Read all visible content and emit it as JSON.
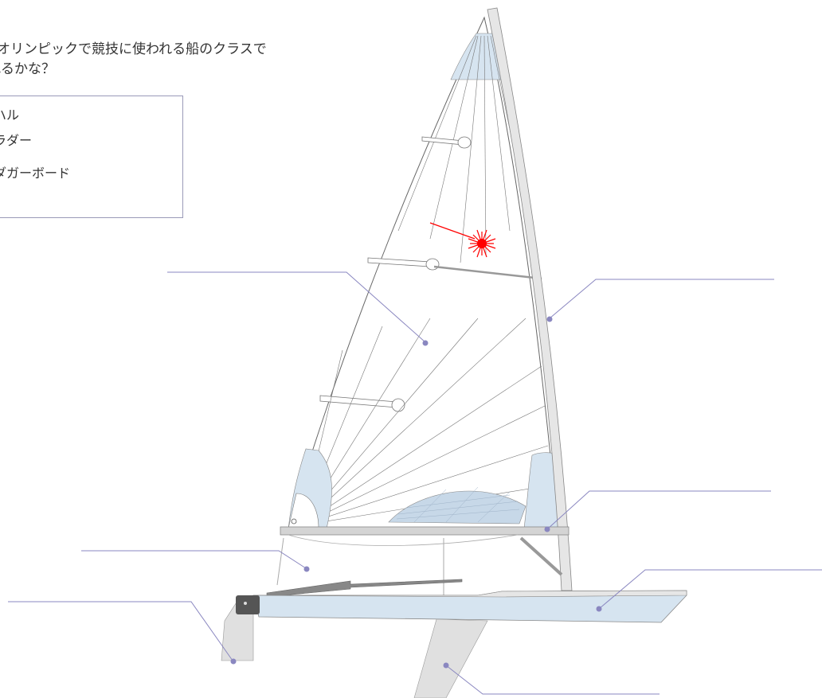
{
  "question": {
    "line1": "オリンピックで競技に使われる船のクラスで",
    "line2": "れるかな？"
  },
  "answers": [
    {
      "label": "ハル"
    },
    {
      "label": "ラダー"
    },
    {
      "label": "ダガーボード"
    }
  ],
  "colors": {
    "sail_panel": "#d6e4f0",
    "hull": "#d6e4f0",
    "spar": "#e8e8e8",
    "leader_line": "#8a87c0",
    "leader_dot": "#8a87c0",
    "marker": "#ff0000"
  },
  "icons": [
    "laser-sailboat-diagram",
    "red-starburst-marker-icon"
  ]
}
